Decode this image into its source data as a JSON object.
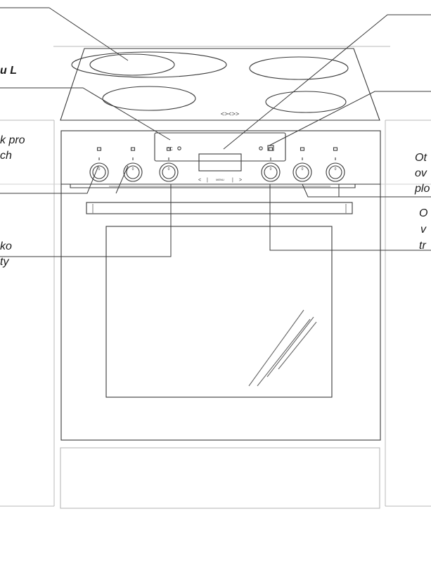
{
  "labels": {
    "left": {
      "hob_l_suffix": "u L",
      "hob_knobs_line1": "k pro",
      "hob_knobs_line2": "ch",
      "oven_knob_line1": "ko",
      "oven_knob_line2": "ty"
    },
    "right": {
      "hob_knobs_line1": "Ot",
      "hob_knobs_line2": "ov",
      "hob_knobs_line3": "plo",
      "oven_knob_line1": "O",
      "oven_knob_line2": "v",
      "oven_knob_line3": "tr"
    }
  },
  "control_panel": {
    "menu_text": "MENU",
    "left_arrow": "<",
    "right_arrow": ">",
    "separator": "|",
    "hob_symbol": "<><>>"
  },
  "knobs": {
    "indicator": "0",
    "count": 6
  },
  "colors": {
    "line": "#3a3a3a",
    "light_line": "#b4b4b4",
    "text": "#1a1a1a"
  }
}
